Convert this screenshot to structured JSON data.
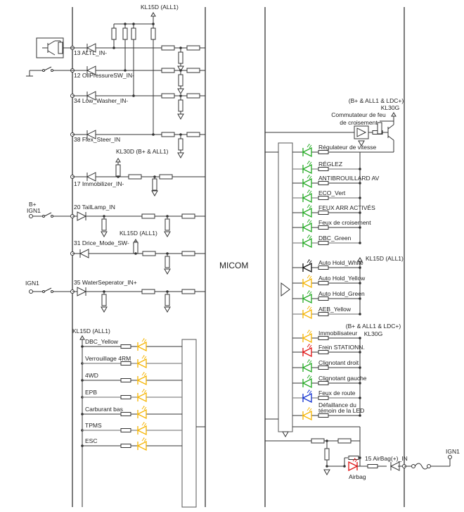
{
  "title": "MICOM",
  "left_inputs": [
    {
      "pin": "13 ALTL_IN-",
      "source": "transistor"
    },
    {
      "pin": "12 OilPressureSW_IN-",
      "source": "switch-ground"
    },
    {
      "pin": "34 Low_Washer_IN-",
      "source": ""
    },
    {
      "pin": "38 Flex_Steer_IN",
      "source": ""
    },
    {
      "pin": "17 Immobilizer_IN-",
      "source": ""
    },
    {
      "pin": "20 TailLamp_IN",
      "source": "switch"
    },
    {
      "pin": "31 Drice_Mode_SW-",
      "source": ""
    },
    {
      "pin": "35 WaterSeperator_IN+",
      "source": "switch"
    }
  ],
  "supplies": {
    "kl15d_top": "KL15D (ALL1)",
    "kl30d": "KL30D (B+ & ALL1)",
    "kl15d_mid": "KL15D (ALL1)",
    "kl15d_led": "KL15D (ALL1)",
    "b_plus_label": "B+",
    "ign1_label_a": "IGN1",
    "ign1_label_b": "IGN1",
    "ign1_label_c": "IGN1",
    "kl30g_top_line1": "(B+ & ALL1 & LDC+)",
    "kl30g_top_line2": "KL30G",
    "kl15d_right": "KL15D (ALL1)",
    "kl30g_mid_line1": "(B+ & ALL1 & LDC+)",
    "kl30g_mid_line2": "KL30G"
  },
  "left_leds": [
    {
      "label": "DBC_Yellow",
      "color": "#f5b400"
    },
    {
      "label": "Verrouillage 4RM",
      "color": "#f5b400"
    },
    {
      "label": "4WD",
      "color": "#f5b400"
    },
    {
      "label": "EPB",
      "color": "#f5b400"
    },
    {
      "label": "Carburant bas",
      "color": "#f5b400"
    },
    {
      "label": "TPMS",
      "color": "#f5b400"
    },
    {
      "label": "ESC",
      "color": "#f5b400"
    }
  ],
  "right_switch": {
    "line1": "Commutateur de feu",
    "line2": "de croisement"
  },
  "right_leds": [
    {
      "label": "Régulateur de vitesse",
      "color": "#22aa22"
    },
    {
      "label": "RÉGLEZ",
      "color": "#22aa22"
    },
    {
      "label": "ANTIBROUILLARD AV",
      "color": "#22aa22"
    },
    {
      "label": "ECO_Vert",
      "color": "#22aa22"
    },
    {
      "label": "FEUX ARR ACTIVÉS",
      "color": "#22aa22"
    },
    {
      "label": "Feux de croisement",
      "color": "#22aa22"
    },
    {
      "label": "DBC_Green",
      "color": "#22aa22"
    },
    {
      "label": "Auto Hold_White",
      "color": "#111111"
    },
    {
      "label": "Auto Hold_Yellow",
      "color": "#f5b400"
    },
    {
      "label": "Auto Hold_Green",
      "color": "#22aa22"
    },
    {
      "label": "AEB_Yellow",
      "color": "#f5b400"
    },
    {
      "label": "Immobilisateur",
      "color": "#f5b400"
    },
    {
      "label": "Frein STATIONN.",
      "color": "#e01010"
    },
    {
      "label": "Clignotant droit",
      "color": "#22aa22"
    },
    {
      "label": "Clignotant gauche",
      "color": "#22aa22"
    },
    {
      "label": "Feux de route",
      "color": "#1030d0"
    },
    {
      "label": "Défaillance du",
      "label2": "témoin de la LED",
      "color": "#f5b400"
    }
  ],
  "airbag": {
    "pin": "15 AirBag(+)_IN",
    "label": "Airbag",
    "color": "#e01010"
  }
}
